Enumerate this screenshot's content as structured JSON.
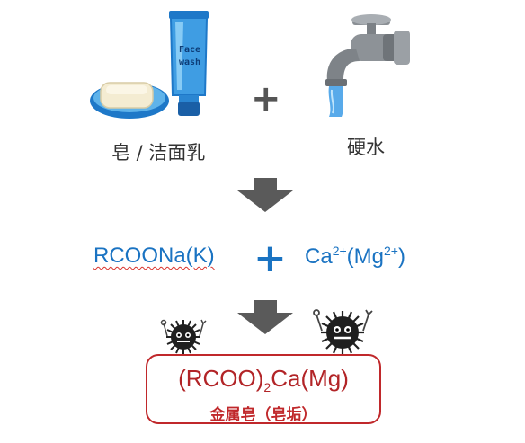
{
  "top": {
    "left_label": "皂 / 洁面乳",
    "right_label": "硬水",
    "plus": "+",
    "tube_text_line1": "Face",
    "tube_text_line2": "wash"
  },
  "reaction": {
    "left_formula": "RCOONa(K)",
    "plus": "+",
    "ca": "Ca",
    "ca_charge": "2+",
    "mg_open": "(Mg",
    "mg_charge": "2+",
    "mg_close": ")"
  },
  "result": {
    "formula_prefix": "(RCOO)",
    "formula_subscript": "2",
    "formula_suffix": "Ca(Mg)",
    "caption": "金属皂（皂垢）"
  },
  "colors": {
    "accent_blue": "#1a73c2",
    "result_red": "#c0282b",
    "arrow_gray": "#5a5a5a"
  }
}
